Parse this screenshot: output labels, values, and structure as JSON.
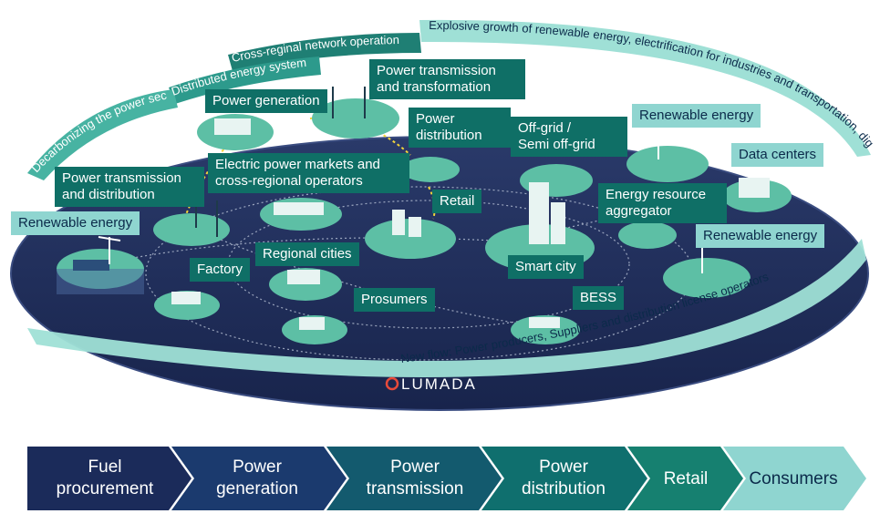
{
  "arcs": {
    "outer": "Explosive growth of renewable energy, electrification for industries and transportation, digitalization and green data centers",
    "cross_regional": "Cross-reginal network operation",
    "distributed": "Distributed energy system",
    "decarbonizing": "Decarbonizing the power sector",
    "new_flow": "New flow: Power producers, Suppliers and distribution license operators"
  },
  "labels": {
    "renewable_left": "Renewable energy",
    "ptd_line1": "Power transmission",
    "ptd_line2": "and distribution",
    "power_generation": "Power generation",
    "ptt_line1": "Power transmission",
    "ptt_line2": "and transformation",
    "pd_line1": "Power",
    "pd_line2": "distribution",
    "markets_line1": "Electric power markets and",
    "markets_line2": "cross-regional operators",
    "offgrid_line1": "Off-grid /",
    "offgrid_line2": "Semi off-grid",
    "renewable_top_right": "Renewable energy",
    "data_centers": "Data centers",
    "retail": "Retail",
    "era_line1": "Energy resource",
    "era_line2": "aggregator",
    "renewable_right": "Renewable energy",
    "regional_cities": "Regional cities",
    "factory": "Factory",
    "smart_city": "Smart city",
    "prosumers": "Prosumers",
    "bess": "BESS"
  },
  "brand": "LUMADA",
  "chain": [
    {
      "line1": "Fuel",
      "line2": "procurement"
    },
    {
      "line1": "Power",
      "line2": "generation"
    },
    {
      "line1": "Power",
      "line2": "transmission"
    },
    {
      "line1": "Power",
      "line2": "distribution"
    },
    {
      "line1": "Retail",
      "line2": ""
    },
    {
      "line1": "Consumers",
      "line2": ""
    }
  ],
  "colors": {
    "navy": "#1b2b5a",
    "teal_dark": "#0f6f66",
    "teal_light": "#8fd5d0",
    "island": "#5dbfa5"
  }
}
